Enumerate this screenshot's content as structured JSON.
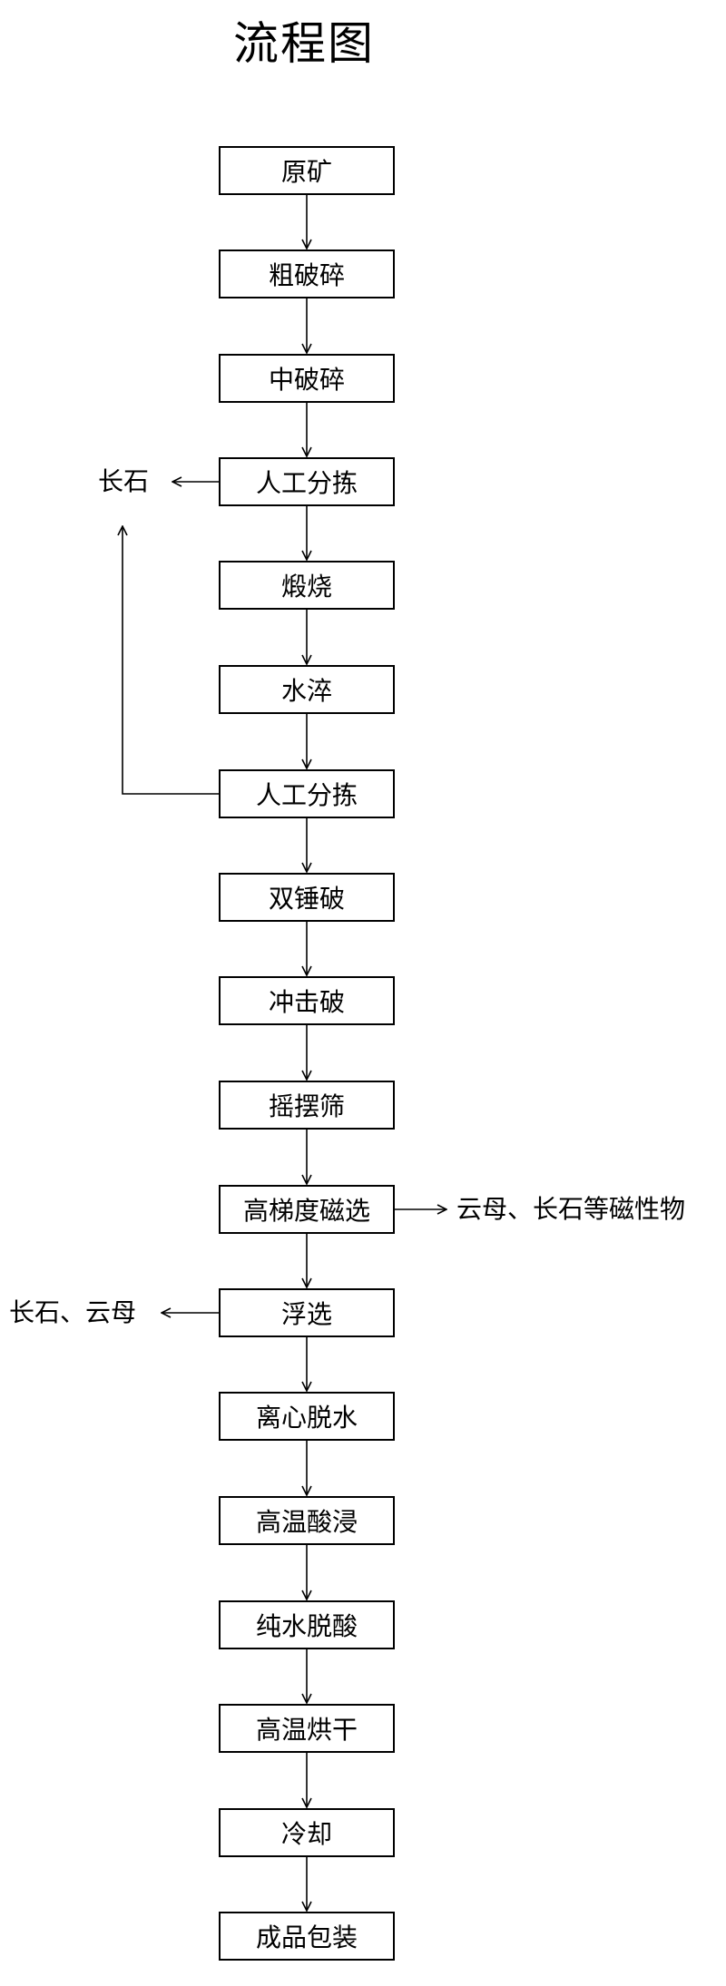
{
  "title": "流程图",
  "steps": [
    "原矿",
    "粗破碎",
    "中破碎",
    "人工分拣",
    "煅烧",
    "水淬",
    "人工分拣",
    "双锤破",
    "冲击破",
    "摇摆筛",
    "高梯度磁选",
    "浮选",
    "离心脱水",
    "高温酸浸",
    "纯水脱酸",
    "高温烘干",
    "冷却",
    "成品包装"
  ],
  "byproducts": {
    "sorting_1": "长石",
    "magnetic": "云母、长石等磁性物",
    "flotation": "长石、云母"
  }
}
